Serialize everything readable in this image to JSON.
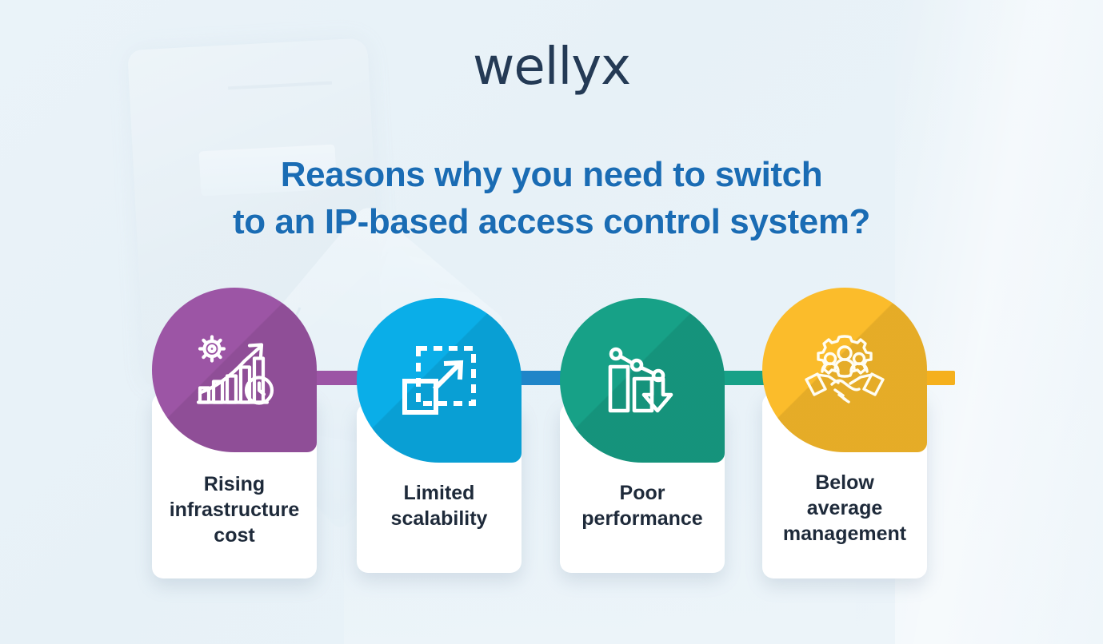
{
  "brand": {
    "logo_text": "wellyx",
    "logo_color": "#243a55"
  },
  "background": {
    "page_color": "#e9f2f8",
    "photo_description": "faint access control card reader"
  },
  "headline": {
    "line1": "Reasons why you need to switch",
    "line2": "to an IP-based access control system?",
    "color": "#1a6cb4"
  },
  "cards": [
    {
      "label_line1": "Rising",
      "label_line2": "infrastructure",
      "label_line3": "cost",
      "color": "#9c55a5",
      "color_dark": "#8b4795",
      "icon": "gear-growth-chart-clock-icon",
      "connector_color": "#9c55a5"
    },
    {
      "label_line1": "Limited",
      "label_line2": "scalability",
      "label_line3": "",
      "color": "#0aaee8",
      "color_dark": "#1f85c8",
      "icon": "scale-expand-arrow-icon",
      "connector_color": "#1f85c8"
    },
    {
      "label_line1": "Poor",
      "label_line2": "performance",
      "label_line3": "",
      "color": "#17a187",
      "color_dark": "#129077",
      "icon": "declining-bar-chart-down-arrow-icon",
      "connector_color": "#17a187"
    },
    {
      "label_line1": "Below",
      "label_line2": "average",
      "label_line3": "management",
      "color": "#fbbc2b",
      "color_dark": "#eda713",
      "icon": "handshake-team-gear-icon",
      "connector_color": "#f5b01d"
    }
  ]
}
